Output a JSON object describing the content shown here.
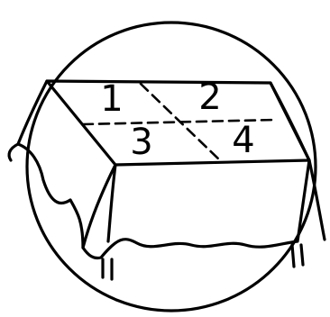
{
  "figure": {
    "subject": "table-with-folded-tablecloth",
    "quadrants": [
      {
        "id": "q1",
        "label": "1"
      },
      {
        "id": "q2",
        "label": "2"
      },
      {
        "id": "q3",
        "label": "3"
      },
      {
        "id": "q4",
        "label": "4"
      }
    ],
    "colors": {
      "ink": "#000000",
      "background": "#ffffff"
    }
  }
}
